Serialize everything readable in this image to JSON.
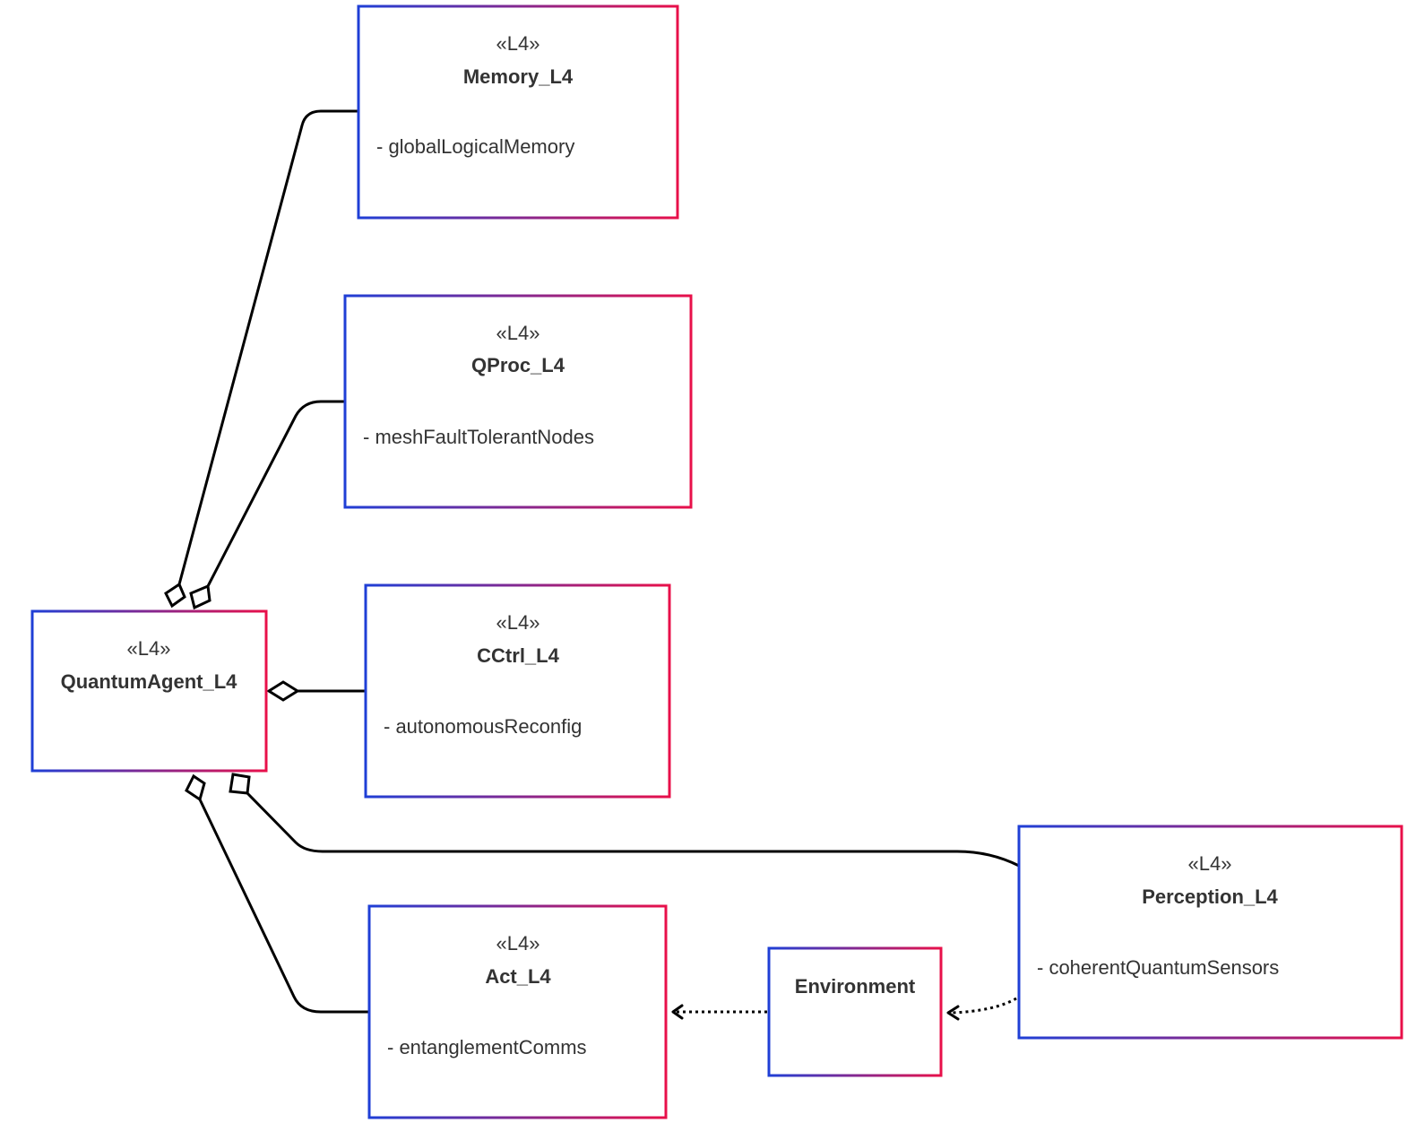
{
  "colors": {
    "border_start": "#1f3fd6",
    "border_end": "#e8104a",
    "text": "#333333",
    "edge": "#000000"
  },
  "classes": {
    "memory": {
      "stereotype": "«L4»",
      "name": "Memory_L4",
      "attribute": "- globalLogicalMemory"
    },
    "qproc": {
      "stereotype": "«L4»",
      "name": "QProc_L4",
      "attribute": "- meshFaultTolerantNodes"
    },
    "cctrl": {
      "stereotype": "«L4»",
      "name": "CCtrl_L4",
      "attribute": "- autonomousReconfig"
    },
    "agent": {
      "stereotype": "«L4»",
      "name": "QuantumAgent_L4"
    },
    "perception": {
      "stereotype": "«L4»",
      "name": "Perception_L4",
      "attribute": "- coherentQuantumSensors"
    },
    "act": {
      "stereotype": "«L4»",
      "name": "Act_L4",
      "attribute": "- entanglementComms"
    },
    "environment": {
      "name": "Environment"
    }
  },
  "relations": [
    {
      "type": "aggregation",
      "whole": "QuantumAgent_L4",
      "part": "Memory_L4"
    },
    {
      "type": "aggregation",
      "whole": "QuantumAgent_L4",
      "part": "QProc_L4"
    },
    {
      "type": "aggregation",
      "whole": "QuantumAgent_L4",
      "part": "CCtrl_L4"
    },
    {
      "type": "aggregation",
      "whole": "QuantumAgent_L4",
      "part": "Perception_L4"
    },
    {
      "type": "aggregation",
      "whole": "QuantumAgent_L4",
      "part": "Act_L4"
    },
    {
      "type": "dependency",
      "from": "Perception_L4",
      "to": "Environment"
    },
    {
      "type": "dependency",
      "from": "Environment",
      "to": "Act_L4"
    }
  ]
}
